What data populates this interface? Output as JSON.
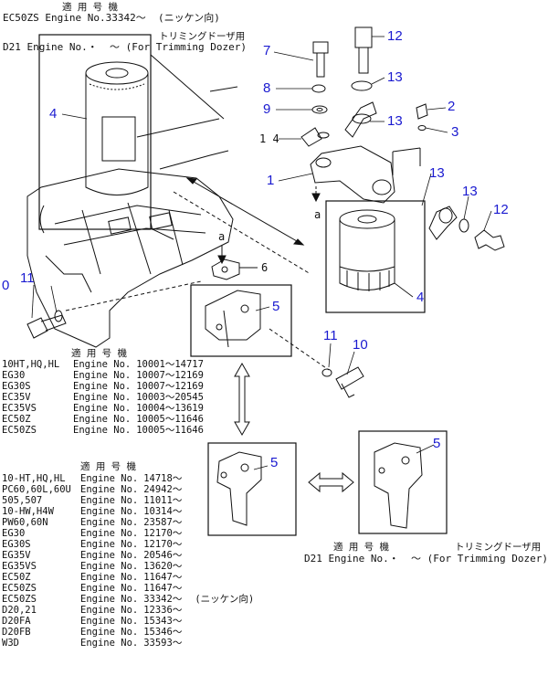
{
  "header": {
    "line1": "適 用 号 機",
    "line2": "EC50ZS Engine No.33342～  (ニッケン向)",
    "line3": "トリミングドーザ用",
    "line4": "D21 Engine No.・  ～ (For Trimming Dozer)"
  },
  "callouts": {
    "p7": "7",
    "p12a": "12",
    "p8": "8",
    "p13a": "13",
    "p9": "9",
    "p2": "2",
    "p13b": "13",
    "p3": "3",
    "p14": "1 4",
    "p1": "1",
    "p13c": "13",
    "p13d": "13",
    "p12b": "12",
    "p4a": "4",
    "p4b": "4",
    "pa1": "a",
    "pa2": "a",
    "p6": "6",
    "p5a": "5",
    "p0": "0",
    "p11a": "11",
    "p11b": "11",
    "p10": "10",
    "p5b": "5",
    "p5c": "5"
  },
  "table1": {
    "title": "適 用 号 機",
    "rows": [
      {
        "model": "10HT,HQ,HL",
        "label": "Engine No.",
        "range": "10001～14717"
      },
      {
        "model": "EG30",
        "label": "Engine No.",
        "range": "10007～12169"
      },
      {
        "model": "EG30S",
        "label": "Engine No.",
        "range": "10007～12169"
      },
      {
        "model": "EC35V",
        "label": "Engine No.",
        "range": "10003～20545"
      },
      {
        "model": "EC35VS",
        "label": "Engine No.",
        "range": "10004～13619"
      },
      {
        "model": "EC50Z",
        "label": "Engine No.",
        "range": "10005～11646"
      },
      {
        "model": "EC50ZS",
        "label": "Engine No.",
        "range": "10005～11646"
      }
    ]
  },
  "table2": {
    "title": "適 用 号 機",
    "rows": [
      {
        "model": "10-HT,HQ,HL",
        "label": "Engine No.",
        "range": "14718～",
        "extra": ""
      },
      {
        "model": "PC60,60L,60U",
        "label": "Engine No.",
        "range": "24942～",
        "extra": ""
      },
      {
        "model": "505,507",
        "label": "Engine No.",
        "range": "11011～",
        "extra": ""
      },
      {
        "model": "10-HW,H4W",
        "label": "Engine No.",
        "range": "10314～",
        "extra": ""
      },
      {
        "model": "PW60,60N",
        "label": "Engine No.",
        "range": "23587～",
        "extra": ""
      },
      {
        "model": "EG30",
        "label": "Engine No.",
        "range": "12170～",
        "extra": ""
      },
      {
        "model": "EG30S",
        "label": "Engine No.",
        "range": "12170～",
        "extra": ""
      },
      {
        "model": "EG35V",
        "label": "Engine No.",
        "range": "20546～",
        "extra": ""
      },
      {
        "model": "EG35VS",
        "label": "Engine No.",
        "range": "13620～",
        "extra": ""
      },
      {
        "model": "EC50Z",
        "label": "Engine No.",
        "range": "11647～",
        "extra": ""
      },
      {
        "model": "EC50ZS",
        "label": "Engine No.",
        "range": "11647～",
        "extra": ""
      },
      {
        "model": "EC50ZS",
        "label": "Engine No.",
        "range": "33342～",
        "extra": "(ニッケン向)"
      },
      {
        "model": "D20,21",
        "label": "Engine No.",
        "range": "12336～",
        "extra": ""
      },
      {
        "model": "D20FA",
        "label": "Engine No.",
        "range": "15343～",
        "extra": ""
      },
      {
        "model": "D20FB",
        "label": "Engine No.",
        "range": "15346～",
        "extra": ""
      },
      {
        "model": "W3D",
        "label": "Engine No.",
        "range": "33593～",
        "extra": ""
      }
    ]
  },
  "footer_note": {
    "line1": "適 用 号 機",
    "line2": "トリミングドーザ用",
    "line3": "D21 Engine No.・  ～ (For Trimming Dozer)"
  },
  "colors": {
    "callout": "#1a1ad0",
    "line": "#111111"
  }
}
